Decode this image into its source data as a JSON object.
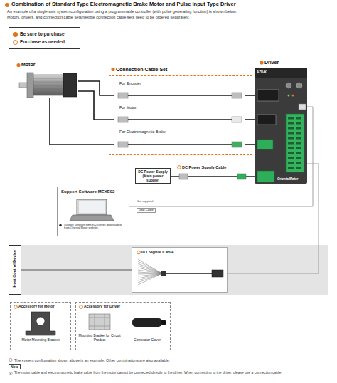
{
  "diagram": {
    "title": "Combination of Standard Type Electromagnetic Brake Motor and Pulse Input Type Driver",
    "nodes": [
      {
        "text": [
          "Motor"
        ]
      },
      {
        "text": [
          "Connection Cable Set"
        ]
      },
      {
        "text": [
          "For Encoder"
        ],
        "in": 1
      },
      {
        "text": [
          "For Motor"
        ],
        "in": 1
      },
      {
        "text": [
          "For Electromagnetic Brake"
        ],
        "in": 1
      },
      {
        "text": [
          "Driver"
        ]
      },
      {
        "text": [
          "DC Power Supply (Main power supply)"
        ]
      },
      {
        "text": [
          "Support Software MEXE02",
          "Support software MEXE02 can be downloaded from Oriental Motor website."
        ]
      },
      {
        "text": [
          "Host Control Device"
        ]
      },
      {
        "text": [
          "I/O Signal Cable"
        ]
      },
      {
        "text": [
          "Accessory for Motor"
        ]
      },
      {
        "text": [
          "Motor Mounting Bracket"
        ],
        "in": 10
      },
      {
        "text": [
          "Accessory for Driver"
        ]
      },
      {
        "text": [
          "Mounting Bracket for Circuit Product"
        ],
        "in": 12
      },
      {
        "text": [
          "Connector Cover"
        ],
        "in": 12
      }
    ],
    "edges": [
      {
        "from": 0,
        "to": 2,
        "arrow": "none"
      },
      {
        "from": 0,
        "to": 3,
        "arrow": "none"
      },
      {
        "from": 0,
        "to": 4,
        "arrow": "none"
      },
      {
        "from": 2,
        "to": 5,
        "arrow": "none"
      },
      {
        "from": 3,
        "to": 5,
        "arrow": "none"
      },
      {
        "from": 4,
        "to": 5,
        "arrow": "none"
      },
      {
        "from": 6,
        "to": 5,
        "label": "DC Power Supply Cable",
        "arrow": "none"
      },
      {
        "from": 7,
        "to": 5,
        "label": "USB Cable",
        "arrow": "none"
      },
      {
        "from": 8,
        "to": 9,
        "arrow": "none"
      },
      {
        "from": 9,
        "to": 5,
        "arrow": "none"
      }
    ],
    "labels": [
      "An example of a single-axis system configuration using a programmable controller (with pulse generating function) is shown below.",
      "Motors, drivers, and connection cable sets/flexible connection cable sets need to be ordered separately.",
      "AZD-K",
      "OrientalMotor",
      "Not supplied",
      "The system configuration shown above is an example. Other combinations are also available.",
      "Note",
      "The motor cable and electromagnetic brake cable from the motor cannot be connected directly to the driver. When connecting to the driver, please use a connection cable."
    ],
    "legend": [
      {
        "text": "Be sure to purchase",
        "color": "#e8731a"
      },
      {
        "text": "Purchase as needed"
      }
    ]
  }
}
